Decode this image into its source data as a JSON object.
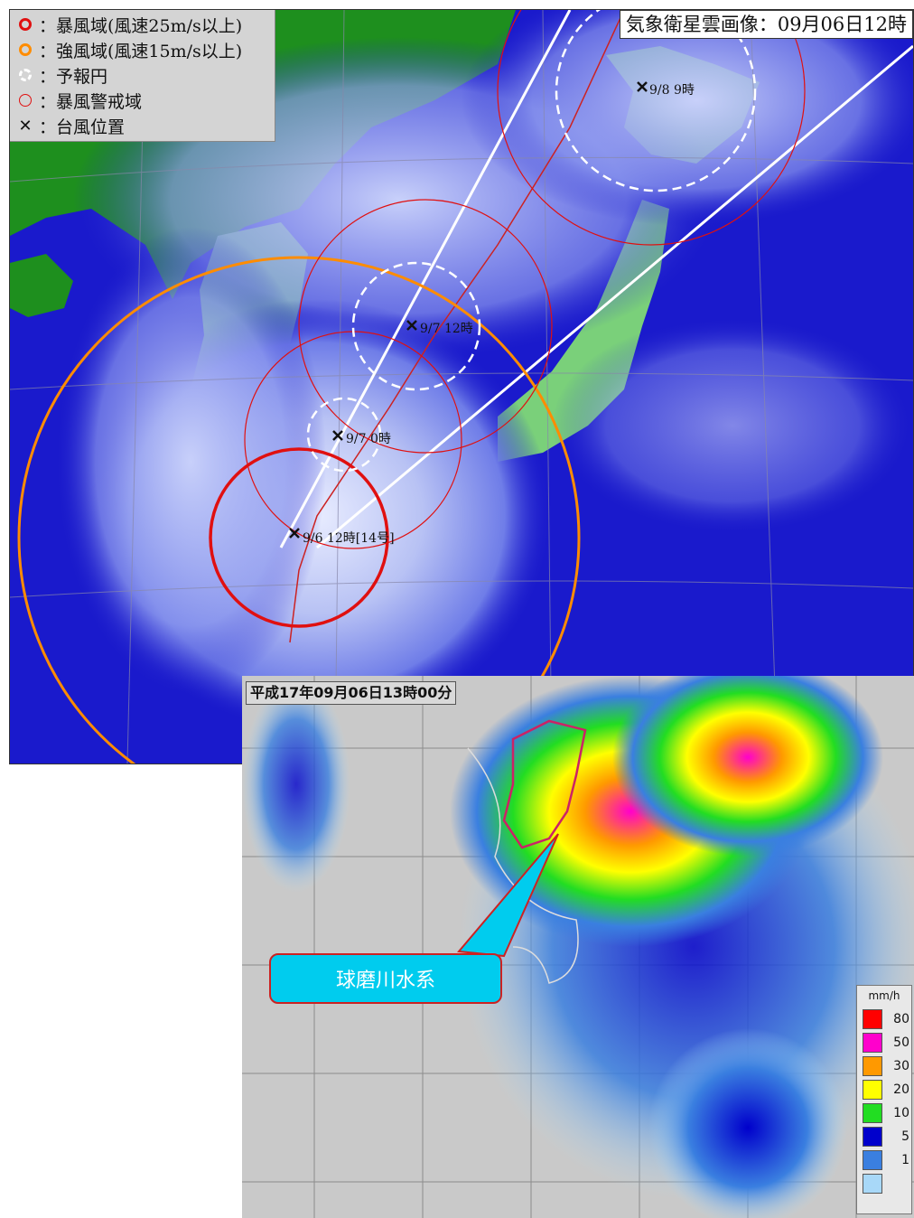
{
  "satellite": {
    "title": "気象衛星雲画像：09月06日12時",
    "legend": [
      {
        "label": "：暴風域(風速25m/s以上)",
        "icon": "red-circle-icon",
        "color": "#e01010",
        "style": "solid"
      },
      {
        "label": "：強風域(風速15m/s以上)",
        "icon": "orange-circle-icon",
        "color": "#ff8c00",
        "style": "solid"
      },
      {
        "label": "：予報円",
        "icon": "white-dashed-circle-icon",
        "color": "#ffffff",
        "style": "dashed"
      },
      {
        "label": "：暴風警戒域",
        "icon": "thin-red-circle-icon",
        "color": "#e01010",
        "style": "thin"
      },
      {
        "label": "：台風位置",
        "icon": "cross-icon",
        "color": "#111111",
        "style": "cross"
      }
    ],
    "positions": [
      {
        "label": "9/8 9時"
      },
      {
        "label": "9/7 12時"
      },
      {
        "label": "9/7 0時"
      },
      {
        "label": "9/6 12時[14号]"
      }
    ],
    "colors": {
      "sea": "#1a1acc",
      "land": "#1a8a1a",
      "storm": "#e01010",
      "gale": "#ff8c00",
      "forecast": "#ffffff"
    }
  },
  "radar": {
    "timestamp": "平成17年09月06日13時00分",
    "callout": "球磨川水系",
    "unit": "mm/h",
    "scale": [
      {
        "value": "80",
        "color": "#ff0000"
      },
      {
        "value": "50",
        "color": "#ff00cc"
      },
      {
        "value": "30",
        "color": "#ff9900"
      },
      {
        "value": "20",
        "color": "#ffff00"
      },
      {
        "value": "10",
        "color": "#22dd22"
      },
      {
        "value": "5",
        "color": "#0000cc"
      },
      {
        "value": "1",
        "color": "#3a7fe0"
      },
      {
        "value": "",
        "color": "#a8d8f8"
      }
    ]
  }
}
